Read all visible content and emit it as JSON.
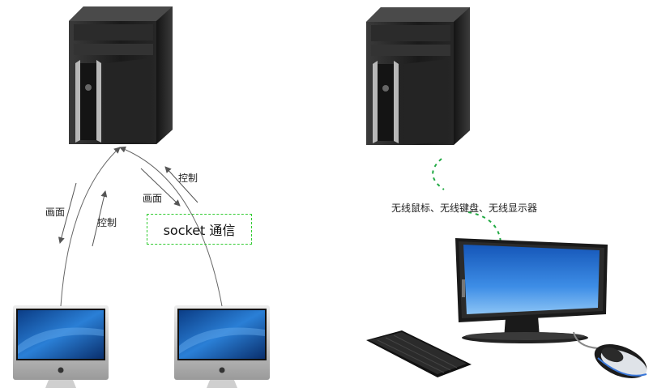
{
  "labels": {
    "left_down_1": "画面",
    "left_up_1": "控制",
    "left_down_2": "画面",
    "left_up_2": "控制",
    "socket_box": "socket 通信",
    "wireless": "无线鼠标、无线键盘、无线显示器"
  },
  "colors": {
    "arrow": "#555555",
    "socket_border": "#33cc33",
    "wireless_curve": "#22aa44",
    "tower_body": "#1e1e1e",
    "screen_blue": "#1f6fc4"
  },
  "icons": [
    "server-tower-icon",
    "imac-monitor-icon",
    "lcd-monitor-icon",
    "keyboard-icon",
    "mouse-icon"
  ]
}
